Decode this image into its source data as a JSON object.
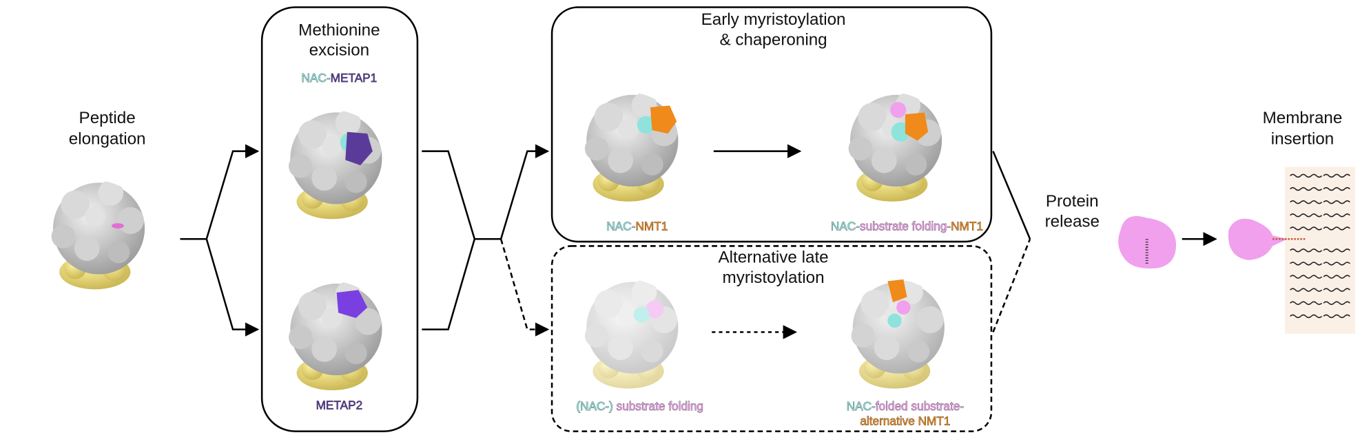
{
  "stages": {
    "peptide_elongation": {
      "line1": "Peptide",
      "line2": "elongation"
    },
    "methionine_excision": {
      "title1": "Methionine",
      "title2": "excision",
      "complex1": {
        "part1": "NAC-",
        "part2": "METAP1"
      },
      "complex2": {
        "part1": "METAP2"
      }
    },
    "early": {
      "title1": "Early myristoylation",
      "title2": "& chaperoning",
      "complex1": {
        "part1": "NAC-",
        "part2": "NMT1"
      },
      "complex2": {
        "part1": "NAC-",
        "part2": "substrate folding-",
        "part3": "NMT1"
      }
    },
    "alternative": {
      "title1": "Alternative late",
      "title2": "myristoylation",
      "complex1": {
        "part1": "(NAC-) ",
        "part2": "substrate folding"
      },
      "complex2": {
        "part1": "NAC-",
        "part2": "folded substrate-",
        "part3": "alternative NMT1"
      }
    },
    "protein_release": {
      "line1": "Protein",
      "line2": "release"
    },
    "membrane_insertion": {
      "line1": "Membrane",
      "line2": "insertion"
    }
  },
  "colors": {
    "nac": "#8fe3dc",
    "metap1": "#5b3b9a",
    "metap2": "#7a3fe0",
    "nmt1": "#f08a1a",
    "substrate": "#f0a0ec",
    "ribosome": "#c8c8c8",
    "ribosome_base": "#f0e080"
  }
}
